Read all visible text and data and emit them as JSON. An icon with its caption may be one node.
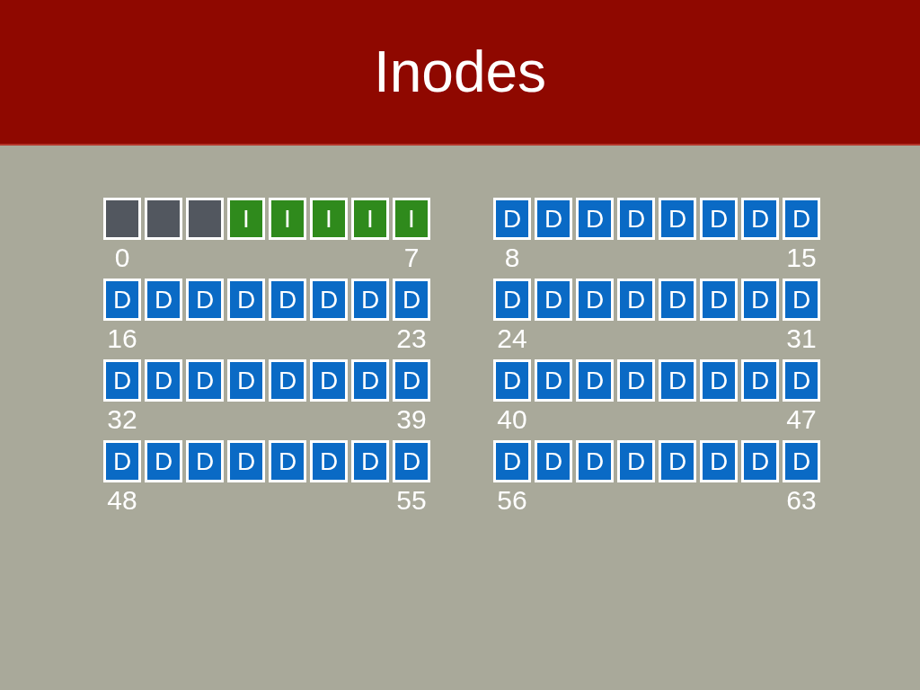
{
  "diagram": {
    "title": "Inodes",
    "nodes": [
      {
        "text": [],
        "shape": "box"
      },
      {
        "text": [],
        "shape": "box"
      },
      {
        "text": [],
        "shape": "box"
      },
      {
        "text": [
          "I"
        ]
      },
      {
        "text": [
          "I"
        ]
      },
      {
        "text": [
          "I"
        ]
      },
      {
        "text": [
          "I"
        ]
      },
      {
        "text": [
          "I"
        ]
      },
      {
        "text": [
          "D"
        ]
      },
      {
        "text": [
          "D"
        ]
      },
      {
        "text": [
          "D"
        ]
      },
      {
        "text": [
          "D"
        ]
      },
      {
        "text": [
          "D"
        ]
      },
      {
        "text": [
          "D"
        ]
      },
      {
        "text": [
          "D"
        ]
      },
      {
        "text": [
          "D"
        ]
      },
      {
        "text": [
          "D"
        ]
      },
      {
        "text": [
          "D"
        ]
      },
      {
        "text": [
          "D"
        ]
      },
      {
        "text": [
          "D"
        ]
      },
      {
        "text": [
          "D"
        ]
      },
      {
        "text": [
          "D"
        ]
      },
      {
        "text": [
          "D"
        ]
      },
      {
        "text": [
          "D"
        ]
      },
      {
        "text": [
          "D"
        ]
      },
      {
        "text": [
          "D"
        ]
      },
      {
        "text": [
          "D"
        ]
      },
      {
        "text": [
          "D"
        ]
      },
      {
        "text": [
          "D"
        ]
      },
      {
        "text": [
          "D"
        ]
      },
      {
        "text": [
          "D"
        ]
      },
      {
        "text": [
          "D"
        ]
      },
      {
        "text": [
          "D"
        ]
      },
      {
        "text": [
          "D"
        ]
      },
      {
        "text": [
          "D"
        ]
      },
      {
        "text": [
          "D"
        ]
      },
      {
        "text": [
          "D"
        ]
      },
      {
        "text": [
          "D"
        ]
      },
      {
        "text": [
          "D"
        ]
      },
      {
        "text": [
          "D"
        ]
      },
      {
        "text": [
          "D"
        ]
      },
      {
        "text": [
          "D"
        ]
      },
      {
        "text": [
          "D"
        ]
      },
      {
        "text": [
          "D"
        ]
      },
      {
        "text": [
          "D"
        ]
      },
      {
        "text": [
          "D"
        ]
      },
      {
        "text": [
          "D"
        ]
      },
      {
        "text": [
          "D"
        ]
      },
      {
        "text": [
          "D"
        ]
      },
      {
        "text": [
          "D"
        ]
      },
      {
        "text": [
          "D"
        ]
      },
      {
        "text": [
          "D"
        ]
      },
      {
        "text": [
          "D"
        ]
      },
      {
        "text": [
          "D"
        ]
      },
      {
        "text": [
          "D"
        ]
      },
      {
        "text": [
          "D"
        ]
      },
      {
        "text": [
          "D"
        ]
      },
      {
        "text": [
          "D"
        ]
      },
      {
        "text": [
          "D"
        ]
      },
      {
        "text": [
          "D"
        ]
      },
      {
        "text": [
          "D"
        ]
      },
      {
        "text": [
          "D"
        ]
      },
      {
        "text": [
          "D"
        ]
      },
      {
        "text": [
          "D"
        ]
      }
    ],
    "edges": [],
    "labels": [
      "0",
      "7",
      "8",
      "15",
      "16",
      "23",
      "24",
      "31",
      "32",
      "39",
      "40",
      "47",
      "48",
      "55",
      "56",
      "63"
    ]
  }
}
